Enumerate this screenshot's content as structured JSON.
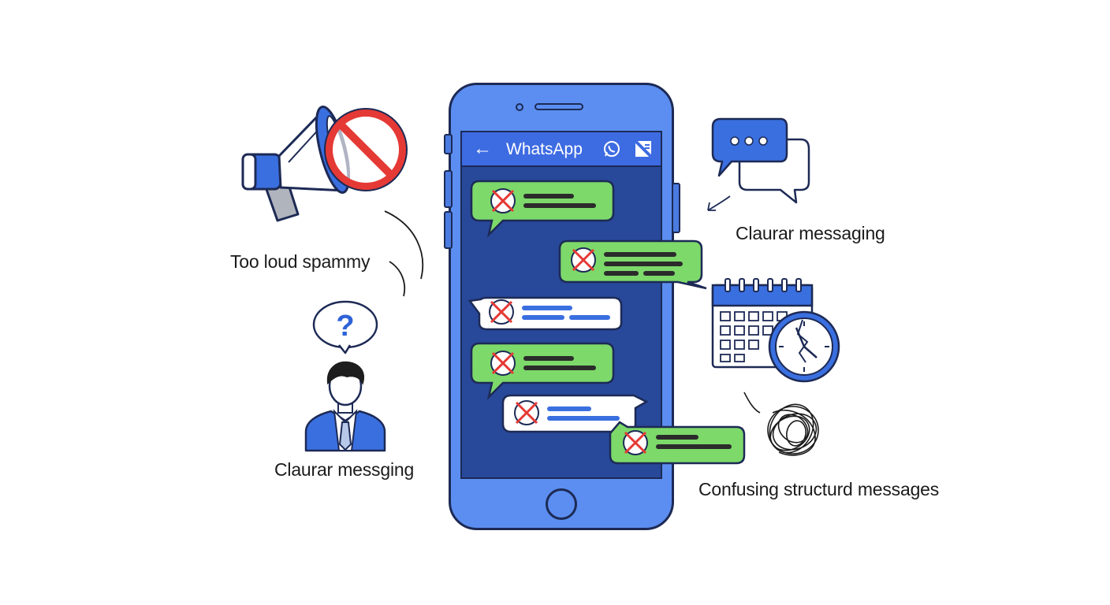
{
  "labels": {
    "spammy": "Too loud spammy",
    "person": "Claurar messging",
    "top_right": "Claurar messaging",
    "bottom_right": "Confusing structurd messages"
  },
  "app": {
    "title": "WhatsApp",
    "back_icon": "arrow-left-icon",
    "header_icons": [
      "whatsapp-icon",
      "menu-icon"
    ]
  },
  "icons": {
    "megaphone": "megaphone-icon",
    "prohibited": "prohibited-icon",
    "question": "?",
    "person": "person-icon",
    "chat": "chat-bubbles-icon",
    "calendar": "calendar-icon",
    "clock": "broken-clock-icon",
    "scribble": "tangled-scribble-icon"
  },
  "messages": [
    {
      "type": "green",
      "status": "rejected"
    },
    {
      "type": "green",
      "status": "rejected"
    },
    {
      "type": "white",
      "status": "rejected"
    },
    {
      "type": "green",
      "status": "rejected"
    },
    {
      "type": "white",
      "status": "rejected"
    },
    {
      "type": "green",
      "status": "rejected"
    }
  ],
  "colors": {
    "phone_body": "#5b8ef0",
    "screen": "#28489a",
    "header": "#3d6be2",
    "bubble_green": "#7dd96a",
    "bubble_white": "#ffffff",
    "reject_red": "#e53935",
    "accent_blue": "#3a6fe0",
    "outline": "#1d2a55"
  }
}
